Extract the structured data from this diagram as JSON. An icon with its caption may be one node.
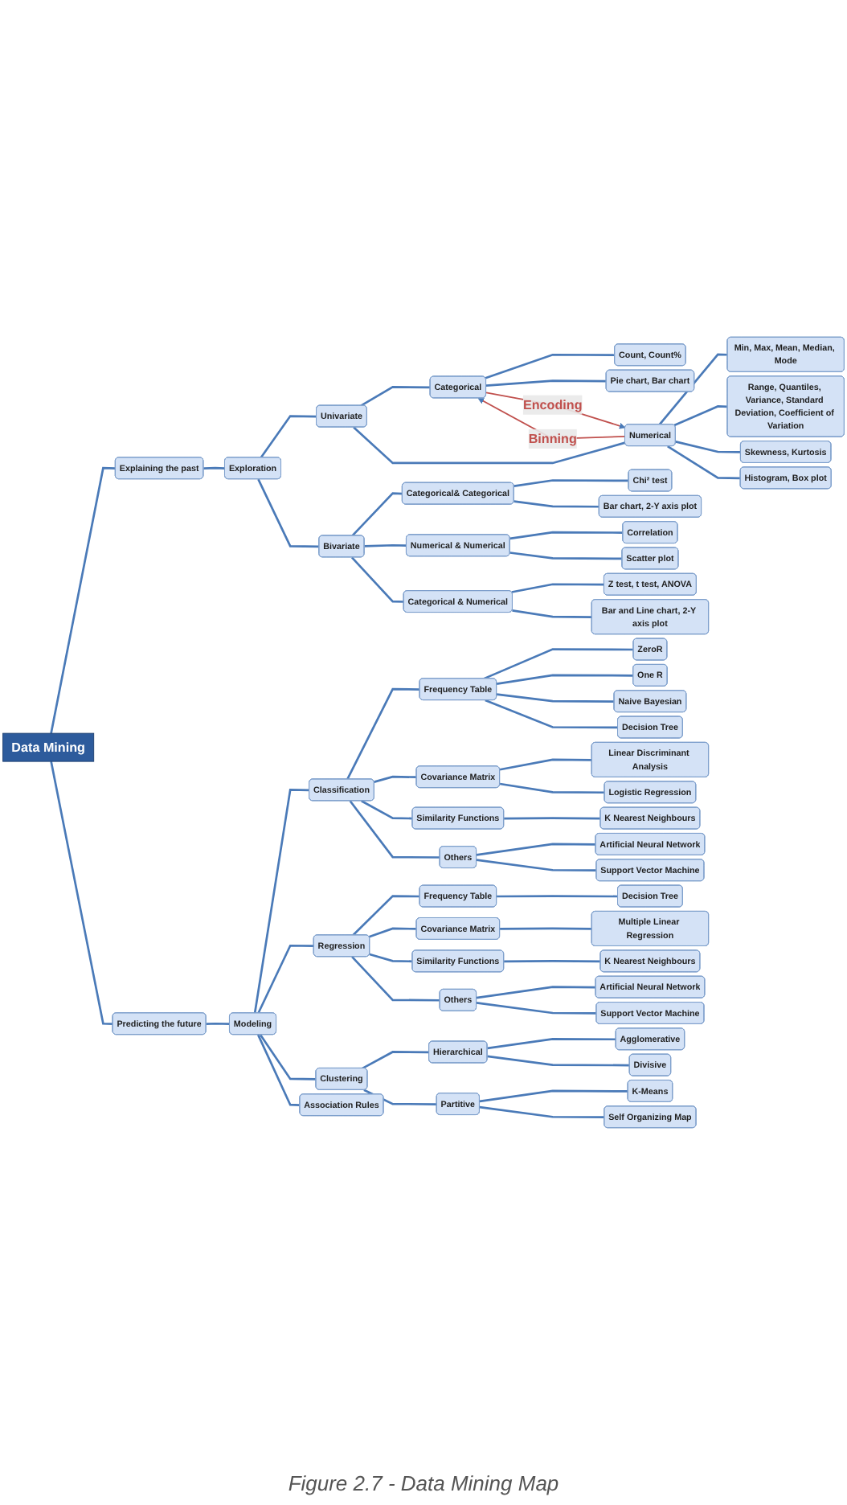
{
  "diagram": {
    "caption": "Figure 2.7 - Data Mining Map",
    "nodes": [
      {
        "text": [
          "Data Mining"
        ]
      },
      {
        "text": [
          "Explaining the past"
        ]
      },
      {
        "text": [
          "Exploration"
        ]
      },
      {
        "text": [
          "Univariate"
        ]
      },
      {
        "text": [
          "Categorical"
        ]
      },
      {
        "text": [
          "Count, Count%"
        ]
      },
      {
        "text": [
          "Pie chart, Bar chart"
        ]
      },
      {
        "text": [
          "Numerical"
        ]
      },
      {
        "text": [
          "Min, Max, Mean, Median, Mode"
        ]
      },
      {
        "text": [
          "Range, Quantiles, Variance, Standard Deviation, Coefficient of Variation"
        ]
      },
      {
        "text": [
          "Skewness, Kurtosis"
        ]
      },
      {
        "text": [
          "Histogram, Box plot"
        ]
      },
      {
        "text": [
          "Bivariate"
        ]
      },
      {
        "text": [
          "Categorical& Categorical"
        ]
      },
      {
        "text": [
          "Chi² test"
        ]
      },
      {
        "text": [
          "Bar chart, 2-Y axis plot"
        ]
      },
      {
        "text": [
          "Numerical & Numerical"
        ]
      },
      {
        "text": [
          "Correlation"
        ]
      },
      {
        "text": [
          "Scatter plot"
        ]
      },
      {
        "text": [
          "Categorical & Numerical"
        ]
      },
      {
        "text": [
          "Z test, t test, ANOVA"
        ]
      },
      {
        "text": [
          "Bar and Line chart, 2-Y axis plot"
        ]
      },
      {
        "text": [
          "Predicting the future"
        ]
      },
      {
        "text": [
          "Modeling"
        ]
      },
      {
        "text": [
          "Classification"
        ]
      },
      {
        "text": [
          "Frequency Table"
        ]
      },
      {
        "text": [
          "ZeroR"
        ]
      },
      {
        "text": [
          "One R"
        ]
      },
      {
        "text": [
          "Naive Bayesian"
        ]
      },
      {
        "text": [
          "Decision Tree"
        ]
      },
      {
        "text": [
          "Covariance Matrix"
        ]
      },
      {
        "text": [
          "Linear Discriminant Analysis"
        ]
      },
      {
        "text": [
          "Logistic Regression"
        ]
      },
      {
        "text": [
          "Similarity Functions"
        ]
      },
      {
        "text": [
          "K Nearest Neighbours"
        ]
      },
      {
        "text": [
          "Others"
        ]
      },
      {
        "text": [
          "Artificial Neural Network"
        ]
      },
      {
        "text": [
          "Support Vector Machine"
        ]
      },
      {
        "text": [
          "Regression"
        ]
      },
      {
        "text": [
          "Frequency Table"
        ]
      },
      {
        "text": [
          "Decision Tree"
        ]
      },
      {
        "text": [
          "Covariance Matrix"
        ]
      },
      {
        "text": [
          "Multiple Linear Regression"
        ]
      },
      {
        "text": [
          "Similarity Functions"
        ]
      },
      {
        "text": [
          "K Nearest Neighbours"
        ]
      },
      {
        "text": [
          "Others"
        ]
      },
      {
        "text": [
          "Artificial Neural Network"
        ]
      },
      {
        "text": [
          "Support Vector Machine"
        ]
      },
      {
        "text": [
          "Clustering"
        ]
      },
      {
        "text": [
          "Hierarchical"
        ]
      },
      {
        "text": [
          "Agglomerative"
        ]
      },
      {
        "text": [
          "Divisive"
        ]
      },
      {
        "text": [
          "Partitive"
        ]
      },
      {
        "text": [
          "K-Means"
        ]
      },
      {
        "text": [
          "Self Organizing Map"
        ]
      },
      {
        "text": [
          "Association Rules"
        ]
      }
    ],
    "edges": [
      {
        "from": 0,
        "to": 1,
        "arrow": "none"
      },
      {
        "from": 1,
        "to": 2,
        "arrow": "none"
      },
      {
        "from": 2,
        "to": 3,
        "arrow": "none"
      },
      {
        "from": 3,
        "to": 4,
        "arrow": "none"
      },
      {
        "from": 4,
        "to": 5,
        "arrow": "none"
      },
      {
        "from": 4,
        "to": 6,
        "arrow": "none"
      },
      {
        "from": 3,
        "to": 7,
        "arrow": "none"
      },
      {
        "from": 4,
        "to": 7,
        "arrow": "to",
        "label": "Encoding",
        "color": "#c0504d"
      },
      {
        "from": 7,
        "to": 4,
        "arrow": "to",
        "label": "Binning",
        "color": "#c0504d"
      },
      {
        "from": 7,
        "to": 8,
        "arrow": "none"
      },
      {
        "from": 7,
        "to": 9,
        "arrow": "none"
      },
      {
        "from": 7,
        "to": 10,
        "arrow": "none"
      },
      {
        "from": 7,
        "to": 11,
        "arrow": "none"
      },
      {
        "from": 2,
        "to": 12,
        "arrow": "none"
      },
      {
        "from": 12,
        "to": 13,
        "arrow": "none"
      },
      {
        "from": 13,
        "to": 14,
        "arrow": "none"
      },
      {
        "from": 13,
        "to": 15,
        "arrow": "none"
      },
      {
        "from": 12,
        "to": 16,
        "arrow": "none"
      },
      {
        "from": 16,
        "to": 17,
        "arrow": "none"
      },
      {
        "from": 16,
        "to": 18,
        "arrow": "none"
      },
      {
        "from": 12,
        "to": 19,
        "arrow": "none"
      },
      {
        "from": 19,
        "to": 20,
        "arrow": "none"
      },
      {
        "from": 19,
        "to": 21,
        "arrow": "none"
      },
      {
        "from": 0,
        "to": 22,
        "arrow": "none"
      },
      {
        "from": 22,
        "to": 23,
        "arrow": "none"
      },
      {
        "from": 23,
        "to": 24,
        "arrow": "none"
      },
      {
        "from": 24,
        "to": 25,
        "arrow": "none"
      },
      {
        "from": 25,
        "to": 26,
        "arrow": "none"
      },
      {
        "from": 25,
        "to": 27,
        "arrow": "none"
      },
      {
        "from": 25,
        "to": 28,
        "arrow": "none"
      },
      {
        "from": 25,
        "to": 29,
        "arrow": "none"
      },
      {
        "from": 24,
        "to": 30,
        "arrow": "none"
      },
      {
        "from": 30,
        "to": 31,
        "arrow": "none"
      },
      {
        "from": 30,
        "to": 32,
        "arrow": "none"
      },
      {
        "from": 24,
        "to": 33,
        "arrow": "none"
      },
      {
        "from": 33,
        "to": 34,
        "arrow": "none"
      },
      {
        "from": 24,
        "to": 35,
        "arrow": "none"
      },
      {
        "from": 35,
        "to": 36,
        "arrow": "none"
      },
      {
        "from": 35,
        "to": 37,
        "arrow": "none"
      },
      {
        "from": 23,
        "to": 38,
        "arrow": "none"
      },
      {
        "from": 38,
        "to": 39,
        "arrow": "none"
      },
      {
        "from": 39,
        "to": 40,
        "arrow": "none"
      },
      {
        "from": 38,
        "to": 41,
        "arrow": "none"
      },
      {
        "from": 41,
        "to": 42,
        "arrow": "none"
      },
      {
        "from": 38,
        "to": 43,
        "arrow": "none"
      },
      {
        "from": 43,
        "to": 44,
        "arrow": "none"
      },
      {
        "from": 38,
        "to": 45,
        "arrow": "none"
      },
      {
        "from": 45,
        "to": 46,
        "arrow": "none"
      },
      {
        "from": 45,
        "to": 47,
        "arrow": "none"
      },
      {
        "from": 23,
        "to": 48,
        "arrow": "none"
      },
      {
        "from": 48,
        "to": 49,
        "arrow": "none"
      },
      {
        "from": 49,
        "to": 50,
        "arrow": "none"
      },
      {
        "from": 49,
        "to": 51,
        "arrow": "none"
      },
      {
        "from": 48,
        "to": 52,
        "arrow": "none"
      },
      {
        "from": 52,
        "to": 53,
        "arrow": "none"
      },
      {
        "from": 52,
        "to": 54,
        "arrow": "none"
      },
      {
        "from": 23,
        "to": 55,
        "arrow": "none"
      }
    ]
  }
}
